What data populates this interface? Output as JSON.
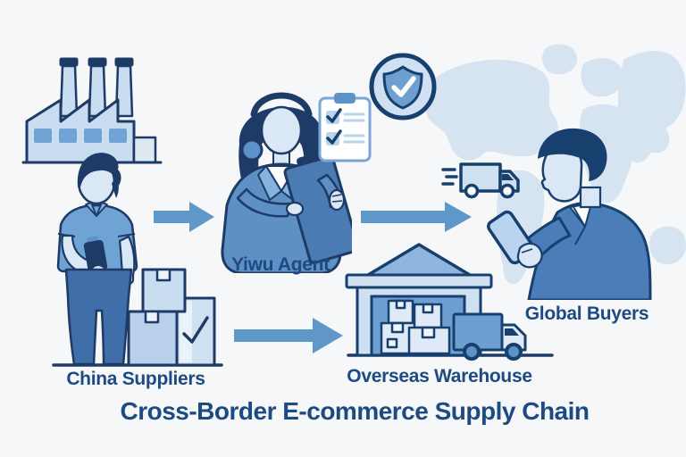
{
  "title": "Cross-Border E-commerce Supply Chain",
  "stages": {
    "suppliers": {
      "label": "China Suppliers"
    },
    "agent": {
      "label": "Yiwu Agent"
    },
    "warehouse": {
      "label": "Overseas Warehouse"
    },
    "buyers": {
      "label": "Global Buyers"
    }
  },
  "icons": {
    "factory-icon": "factory with three chimneys and sawtooth roof",
    "supplier-person": "man holding handheld device beside shipping boxes",
    "shipping-boxes-icon": "stack of three parcel boxes, one with checkmark",
    "agent-person": "woman with headset holding clipboard",
    "checklist-icon": "clipboard with two checked list items",
    "shield-check-badge": "shield with checkmark inside circle",
    "delivery-van-icon": "delivery van with speed lines",
    "buyer-person": "man in suit looking at smartphone",
    "warehouse-icon": "warehouse with parcels inside",
    "truck-icon": "box truck beside warehouse",
    "world-map": "light world map silhouette background",
    "arrow-right-icon": "solid block arrow pointing right"
  },
  "colors": {
    "background": "#f6f7f9",
    "map": "#d6e3f1",
    "outline_navy": "#1e3a66",
    "text_navy": "#1d4a82",
    "medium_blue": "#6fa3d3",
    "suit_blue": "#4b7db8",
    "blazer_blue": "#5e90c4",
    "pants_blue": "#3f6ea8",
    "light_blue": "#cfe0f1",
    "skin": "#dae7f5",
    "white": "#ffffff"
  }
}
